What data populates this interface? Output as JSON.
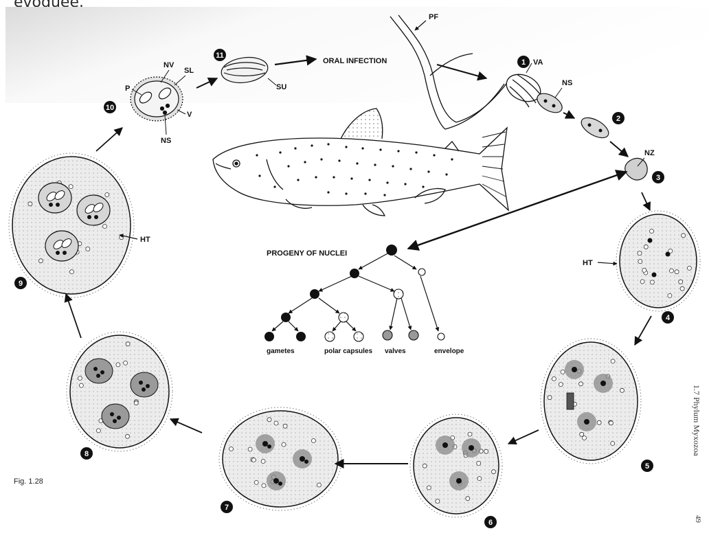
{
  "header_fragment": "évoquée.",
  "labels": {
    "pf": "PF",
    "va": "VA",
    "ns_top": "NS",
    "nz": "NZ",
    "ht_right": "HT",
    "ht_left": "HT",
    "nv": "NV",
    "sl": "SL",
    "p": "P",
    "v": "V",
    "ns_left": "NS",
    "su": "SU",
    "oral_infection": "ORAL INFECTION",
    "progeny": "PROGENY OF NUCLEI",
    "gametes": "gametes",
    "polar_capsules": "polar capsules",
    "valves": "valves",
    "envelope": "envelope"
  },
  "stage_numbers": [
    "1",
    "2",
    "3",
    "4",
    "5",
    "6",
    "7",
    "8",
    "9",
    "10",
    "11"
  ],
  "figure_label": "Fig. 1.28",
  "side_caption": "1.7 Phylum Myxozoa",
  "page_number": "49",
  "colors": {
    "ink": "#111111",
    "paper": "#ffffff",
    "cyst": "#e4e4e4",
    "stipple": "#6a6a6a"
  }
}
